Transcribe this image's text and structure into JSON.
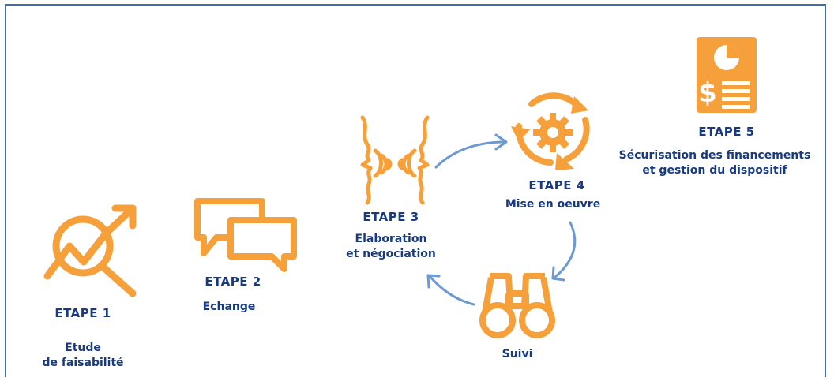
{
  "colors": {
    "accent": "#f5a03a",
    "text": "#173a82",
    "arrow": "#6b9ad3",
    "border": "#3f6db3"
  },
  "steps": [
    {
      "id": "etape-1",
      "title": "ETAPE 1",
      "desc_lines": [
        "Etude",
        "de faisabilité"
      ],
      "icon": "search-growth-icon"
    },
    {
      "id": "etape-2",
      "title": "ETAPE 2",
      "desc_lines": [
        "Echange"
      ],
      "icon": "chat-bubbles-icon"
    },
    {
      "id": "etape-3",
      "title": "ETAPE 3",
      "desc_lines": [
        "Elaboration",
        "et négociation"
      ],
      "icon": "negotiation-faces-icon"
    },
    {
      "id": "etape-4",
      "title": "ETAPE 4",
      "desc_lines": [
        "Mise en oeuvre"
      ],
      "icon": "gear-cycle-icon"
    },
    {
      "id": "etape-5",
      "title": "ETAPE 5",
      "desc_lines": [
        "Sécurisation des financements",
        "et gestion du dispositif"
      ],
      "icon": "financial-report-icon"
    }
  ],
  "cycle_node": {
    "label": "Suivi",
    "icon": "binoculars-icon"
  }
}
